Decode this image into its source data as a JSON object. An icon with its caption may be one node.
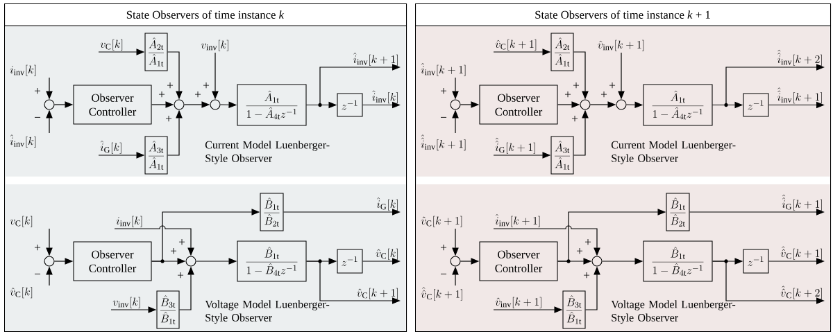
{
  "diagram": {
    "nodes": [
      {
        "text": [
          "State Observers of time instance *k*"
        ]
      },
      {
        "text": [
          "Current Model Luenberger-Style Observer"
        ],
        "in": 0
      },
      {
        "text": [
          "i_{\\mathrm{inv}}[k]"
        ],
        "in": 1
      },
      {
        "text": [
          "\\hat{i}_{\\mathrm{inv}}[k]"
        ],
        "in": 1
      },
      {
        "text": [],
        "shape": "circle",
        "in": 1
      },
      {
        "text": [
          "Observer Controller"
        ],
        "in": 1
      },
      {
        "text": [
          "v_{\\mathrm{C}}[k]"
        ],
        "in": 1
      },
      {
        "text": [
          "\\frac{\\hat{A}_{2\\mathrm{t}}}{\\hat{A}_{1\\mathrm{t}}}"
        ],
        "in": 1
      },
      {
        "text": [
          "\\hat{i}_{\\mathrm{G}}[k]"
        ],
        "in": 1
      },
      {
        "text": [
          "\\frac{\\hat{A}_{3\\mathrm{t}}}{\\hat{A}_{1\\mathrm{t}}}"
        ],
        "in": 1
      },
      {
        "text": [],
        "shape": "circle",
        "in": 1
      },
      {
        "text": [
          "v_{\\mathrm{inv}}[k]"
        ],
        "in": 1
      },
      {
        "text": [],
        "shape": "circle",
        "in": 1
      },
      {
        "text": [
          "\\frac{\\hat{A}_{1\\mathrm{t}}}{1-\\hat{A}_{4\\mathrm{t}}z^{-1}}"
        ],
        "in": 1
      },
      {
        "text": [
          "\\hat{i}_{\\mathrm{inv}}[k+1]"
        ],
        "in": 1
      },
      {
        "text": [
          "z^{-1}"
        ],
        "in": 1
      },
      {
        "text": [
          "\\hat{i}_{\\mathrm{inv}}[k]"
        ],
        "in": 1
      },
      {
        "text": [
          "Voltage Model Luenberger-Style Observer"
        ],
        "in": 0
      },
      {
        "text": [
          "v_{\\mathrm{C}}[k]"
        ],
        "in": 17
      },
      {
        "text": [
          "\\hat{v}_{\\mathrm{C}}[k]"
        ],
        "in": 17
      },
      {
        "text": [],
        "shape": "circle",
        "in": 17
      },
      {
        "text": [
          "Observer Controller"
        ],
        "in": 17
      },
      {
        "text": [
          "\\frac{\\hat{B}_{1\\mathrm{t}}}{\\hat{B}_{2\\mathrm{t}}}"
        ],
        "in": 17
      },
      {
        "text": [
          "\\hat{i}_{\\mathrm{G}}[k]"
        ],
        "in": 17
      },
      {
        "text": [
          "i_{\\mathrm{inv}}[k]"
        ],
        "in": 17
      },
      {
        "text": [
          "v_{\\mathrm{inv}}[k]"
        ],
        "in": 17
      },
      {
        "text": [
          "\\frac{\\hat{B}_{3\\mathrm{t}}}{\\hat{B}_{1\\mathrm{t}}}"
        ],
        "in": 17
      },
      {
        "text": [],
        "shape": "circle",
        "in": 17
      },
      {
        "text": [
          "\\frac{\\hat{B}_{1\\mathrm{t}}}{1-\\hat{B}_{4\\mathrm{t}}z^{-1}}"
        ],
        "in": 17
      },
      {
        "text": [
          "z^{-1}"
        ],
        "in": 17
      },
      {
        "text": [
          "\\hat{v}_{\\mathrm{C}}[k]"
        ],
        "in": 17
      },
      {
        "text": [
          "\\hat{v}_{\\mathrm{C}}[k+1]"
        ],
        "in": 17
      },
      {
        "text": [
          "State Observers of time instance *k* + 1"
        ]
      },
      {
        "text": [
          "Current Model Luenberger-Style Observer"
        ],
        "in": 32
      },
      {
        "text": [
          "\\hat{i}_{\\mathrm{inv}}[k+1]"
        ],
        "in": 33
      },
      {
        "text": [
          "\\hat{\\hat{i}}_{\\mathrm{inv}}[k+1]"
        ],
        "in": 33
      },
      {
        "text": [],
        "shape": "circle",
        "in": 33
      },
      {
        "text": [
          "Observer Controller"
        ],
        "in": 33
      },
      {
        "text": [
          "\\hat{v}_{\\mathrm{C}}[k+1]"
        ],
        "in": 33
      },
      {
        "text": [
          "\\frac{\\hat{A}_{2\\mathrm{t}}}{\\hat{A}_{1\\mathrm{t}}}"
        ],
        "in": 33
      },
      {
        "text": [
          "\\hat{\\hat{i}}_{\\mathrm{G}}[k+1]"
        ],
        "in": 33
      },
      {
        "text": [
          "\\frac{\\hat{A}_{3\\mathrm{t}}}{\\hat{A}_{1\\mathrm{t}}}"
        ],
        "in": 33
      },
      {
        "text": [],
        "shape": "circle",
        "in": 33
      },
      {
        "text": [
          "\\hat{v}_{\\mathrm{inv}}[k+1]"
        ],
        "in": 33
      },
      {
        "text": [],
        "shape": "circle",
        "in": 33
      },
      {
        "text": [
          "\\frac{\\hat{A}_{1\\mathrm{t}}}{1-\\hat{A}_{4\\mathrm{t}}z^{-1}}"
        ],
        "in": 33
      },
      {
        "text": [
          "\\hat{\\hat{i}}_{\\mathrm{inv}}[k+2]"
        ],
        "in": 33
      },
      {
        "text": [
          "z^{-1}"
        ],
        "in": 33
      },
      {
        "text": [
          "\\hat{\\hat{i}}_{\\mathrm{inv}}[k+1]"
        ],
        "in": 33
      },
      {
        "text": [
          "Voltage Model Luenberger-Style Observer"
        ],
        "in": 32
      },
      {
        "text": [
          "\\hat{v}_{\\mathrm{C}}[k+1]"
        ],
        "in": 49
      },
      {
        "text": [
          "\\hat{\\hat{v}}_{\\mathrm{C}}[k+1]"
        ],
        "in": 49
      },
      {
        "text": [],
        "shape": "circle",
        "in": 49
      },
      {
        "text": [
          "Observer Controller"
        ],
        "in": 49
      },
      {
        "text": [
          "\\frac{\\hat{B}_{1\\mathrm{t}}}{\\hat{B}_{2\\mathrm{t}}}"
        ],
        "in": 49
      },
      {
        "text": [
          "\\hat{\\hat{i}}_{\\mathrm{G}}[k+1]"
        ],
        "in": 49
      },
      {
        "text": [
          "\\hat{i}_{\\mathrm{inv}}[k+1]"
        ],
        "in": 49
      },
      {
        "text": [
          "\\hat{v}_{\\mathrm{inv}}[k+1]"
        ],
        "in": 49
      },
      {
        "text": [
          "\\frac{\\hat{B}_{3\\mathrm{t}}}{\\hat{B}_{1\\mathrm{t}}}"
        ],
        "in": 49
      },
      {
        "text": [],
        "shape": "circle",
        "in": 49
      },
      {
        "text": [
          "\\frac{\\hat{B}_{1\\mathrm{t}}}{1-\\hat{B}_{4\\mathrm{t}}z^{-1}}"
        ],
        "in": 49
      },
      {
        "text": [
          "z^{-1}"
        ],
        "in": 49
      },
      {
        "text": [
          "\\hat{\\hat{v}}_{\\mathrm{C}}[k+1]"
        ],
        "in": 49
      },
      {
        "text": [
          "\\hat{\\hat{v}}_{\\mathrm{C}}[k+2]"
        ],
        "in": 49
      }
    ],
    "edges": [
      {
        "from": 2,
        "to": 4,
        "arrow": "to",
        "label": "+"
      },
      {
        "from": 3,
        "to": 4,
        "arrow": "to",
        "label": "−"
      },
      {
        "from": 4,
        "to": 5,
        "arrow": "to"
      },
      {
        "from": 5,
        "to": 10,
        "arrow": "to",
        "label": "+"
      },
      {
        "from": 6,
        "to": 7,
        "arrow": "to"
      },
      {
        "from": 7,
        "to": 10,
        "arrow": "to",
        "label": "+"
      },
      {
        "from": 8,
        "to": 9,
        "arrow": "to"
      },
      {
        "from": 9,
        "to": 10,
        "arrow": "to",
        "label": "+"
      },
      {
        "from": 10,
        "to": 12,
        "arrow": "to",
        "label": "+"
      },
      {
        "from": 11,
        "to": 12,
        "arrow": "to",
        "label": "+"
      },
      {
        "from": 12,
        "to": 13,
        "arrow": "to"
      },
      {
        "from": 13,
        "to": 14,
        "arrow": "to"
      },
      {
        "from": 13,
        "to": 15,
        "arrow": "to"
      },
      {
        "from": 15,
        "to": 16,
        "arrow": "to"
      },
      {
        "from": 18,
        "to": 20,
        "arrow": "to",
        "label": "+"
      },
      {
        "from": 19,
        "to": 20,
        "arrow": "to",
        "label": "−"
      },
      {
        "from": 20,
        "to": 21,
        "arrow": "to"
      },
      {
        "from": 21,
        "to": 27,
        "arrow": "to",
        "label": "+"
      },
      {
        "from": 21,
        "to": 22,
        "arrow": "to"
      },
      {
        "from": 22,
        "to": 23,
        "arrow": "to"
      },
      {
        "from": 24,
        "to": 27,
        "arrow": "to",
        "label": "+"
      },
      {
        "from": 25,
        "to": 26,
        "arrow": "to"
      },
      {
        "from": 26,
        "to": 27,
        "arrow": "to",
        "label": "+"
      },
      {
        "from": 27,
        "to": 28,
        "arrow": "to"
      },
      {
        "from": 28,
        "to": 29,
        "arrow": "to"
      },
      {
        "from": 29,
        "to": 30,
        "arrow": "to"
      },
      {
        "from": 28,
        "to": 31,
        "arrow": "to"
      },
      {
        "from": 34,
        "to": 36,
        "arrow": "to",
        "label": "+"
      },
      {
        "from": 35,
        "to": 36,
        "arrow": "to",
        "label": "−"
      },
      {
        "from": 36,
        "to": 37,
        "arrow": "to"
      },
      {
        "from": 37,
        "to": 42,
        "arrow": "to",
        "label": "+"
      },
      {
        "from": 38,
        "to": 39,
        "arrow": "to"
      },
      {
        "from": 39,
        "to": 42,
        "arrow": "to",
        "label": "+"
      },
      {
        "from": 40,
        "to": 41,
        "arrow": "to"
      },
      {
        "from": 41,
        "to": 42,
        "arrow": "to",
        "label": "+"
      },
      {
        "from": 42,
        "to": 44,
        "arrow": "to",
        "label": "+"
      },
      {
        "from": 43,
        "to": 44,
        "arrow": "to",
        "label": "+"
      },
      {
        "from": 44,
        "to": 45,
        "arrow": "to"
      },
      {
        "from": 45,
        "to": 46,
        "arrow": "to"
      },
      {
        "from": 45,
        "to": 47,
        "arrow": "to"
      },
      {
        "from": 47,
        "to": 48,
        "arrow": "to"
      },
      {
        "from": 50,
        "to": 52,
        "arrow": "to",
        "label": "+"
      },
      {
        "from": 51,
        "to": 52,
        "arrow": "to",
        "label": "−"
      },
      {
        "from": 52,
        "to": 53,
        "arrow": "to"
      },
      {
        "from": 53,
        "to": 59,
        "arrow": "to",
        "label": "+"
      },
      {
        "from": 53,
        "to": 54,
        "arrow": "to"
      },
      {
        "from": 54,
        "to": 55,
        "arrow": "to"
      },
      {
        "from": 56,
        "to": 59,
        "arrow": "to",
        "label": "+"
      },
      {
        "from": 57,
        "to": 58,
        "arrow": "to"
      },
      {
        "from": 58,
        "to": 59,
        "arrow": "to",
        "label": "+"
      },
      {
        "from": 59,
        "to": 60,
        "arrow": "to"
      },
      {
        "from": 60,
        "to": 61,
        "arrow": "to"
      },
      {
        "from": 61,
        "to": 62,
        "arrow": "to"
      },
      {
        "from": 60,
        "to": 63,
        "arrow": "to"
      }
    ]
  }
}
